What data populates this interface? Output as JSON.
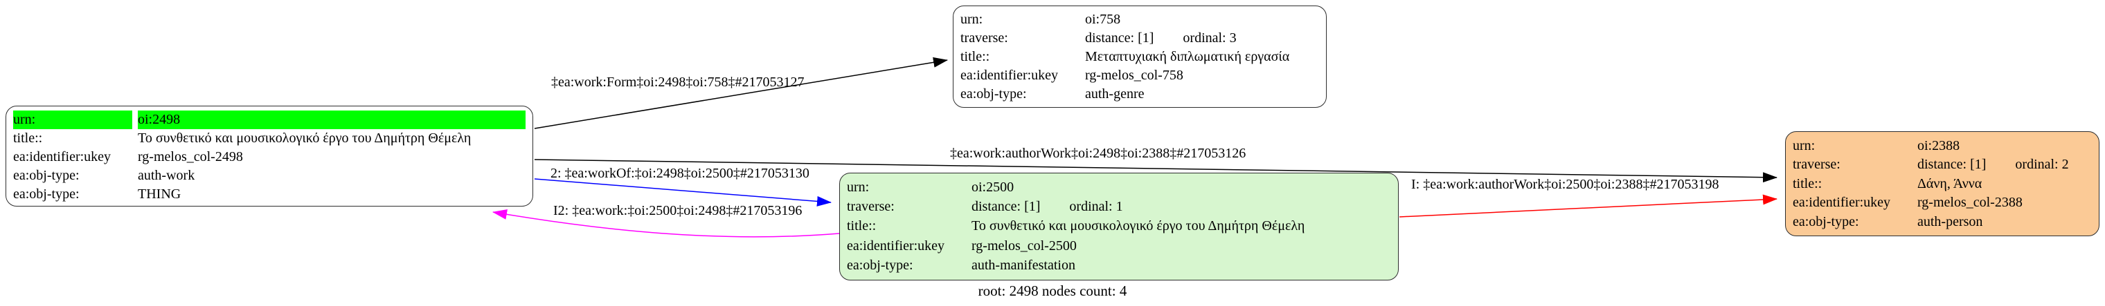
{
  "diagram": {
    "caption": "root: 2498 nodes count: 4",
    "colors": {
      "highlight_row": "#00ff00",
      "node_default_fill": "#ffffff",
      "node_manifestation_fill": "#d7f6cf",
      "node_person_fill": "#fbca96",
      "border": "#2e2e2e"
    },
    "nodes": [
      {
        "id": "oi-2498",
        "rows": [
          {
            "label": "urn:",
            "value": "oi:2498"
          },
          {
            "label": "title::",
            "value": "Το συνθετικό και μουσικολογικό έργο του Δημήτρη Θέμελη"
          },
          {
            "label": "ea:identifier:ukey",
            "value": "rg-melos_col-2498"
          },
          {
            "label": "ea:obj-type:",
            "value": "auth-work"
          },
          {
            "label": "ea:obj-type:",
            "value": "THING"
          }
        ]
      },
      {
        "id": "oi-758",
        "rows": [
          {
            "label": "urn:",
            "value": "oi:758"
          },
          {
            "label": "traverse:",
            "value": "distance: [1]",
            "value2": "ordinal: 3"
          },
          {
            "label": "title::",
            "value": "Μεταπτυχιακή διπλωματική εργασία"
          },
          {
            "label": "ea:identifier:ukey",
            "value": "rg-melos_col-758"
          },
          {
            "label": "ea:obj-type:",
            "value": "auth-genre"
          }
        ]
      },
      {
        "id": "oi-2500",
        "rows": [
          {
            "label": "urn:",
            "value": "oi:2500"
          },
          {
            "label": "traverse:",
            "value": "distance: [1]",
            "value2": "ordinal: 1"
          },
          {
            "label": "title::",
            "value": "Το συνθετικό και μουσικολογικό έργο του Δημήτρη Θέμελη"
          },
          {
            "label": "ea:identifier:ukey",
            "value": "rg-melos_col-2500"
          },
          {
            "label": "ea:obj-type:",
            "value": "auth-manifestation"
          }
        ]
      },
      {
        "id": "oi-2388",
        "rows": [
          {
            "label": "urn:",
            "value": "oi:2388"
          },
          {
            "label": "traverse:",
            "value": "distance: [1]",
            "value2": "ordinal: 2"
          },
          {
            "label": "title::",
            "value": "Δάνη, Άννα"
          },
          {
            "label": "ea:identifier:ukey",
            "value": "rg-melos_col-2388"
          },
          {
            "label": "ea:obj-type:",
            "value": "auth-person"
          }
        ]
      }
    ],
    "edges": [
      {
        "label": "‡ea:work:Form‡oi:2498‡oi:758‡#217053127",
        "color": "#000000"
      },
      {
        "label": "‡ea:work:authorWork‡oi:2498‡oi:2388‡#217053126",
        "color": "#000000"
      },
      {
        "label": "2: ‡ea:workOf:‡oi:2498‡oi:2500‡#217053130",
        "color": "#0000ff"
      },
      {
        "label": "I2: ‡ea:work:‡oi:2500‡oi:2498‡#217053196",
        "color": "#ff00ff"
      },
      {
        "label": "I: ‡ea:work:authorWork‡oi:2500‡oi:2388‡#217053198",
        "color": "#ff0000"
      }
    ]
  }
}
